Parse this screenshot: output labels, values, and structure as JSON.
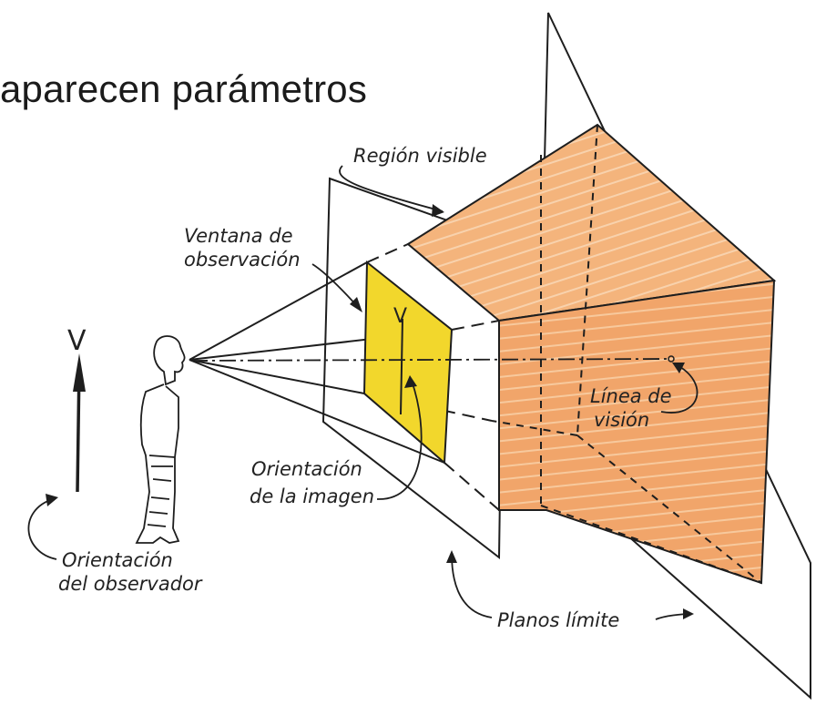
{
  "heading": "aparecen parámetros",
  "labels": {
    "region_visible": "Región visible",
    "ventana_line1": "Ventana de",
    "ventana_line2": "observación",
    "v_up": "V",
    "v_window": "V",
    "linea_line1": "Línea de",
    "linea_line2": "visión",
    "orient_img_line1": "Orientación",
    "orient_img_line2": "de la imagen",
    "orient_obs_line1": "Orientación",
    "orient_obs_line2": "del observador",
    "planos_limite": "Planos límite"
  },
  "colors": {
    "frustum_fill": "#f3b27a",
    "frustum_side": "#f0a266",
    "window_fill": "#f2d72c",
    "ink": "#1e1e1e"
  }
}
